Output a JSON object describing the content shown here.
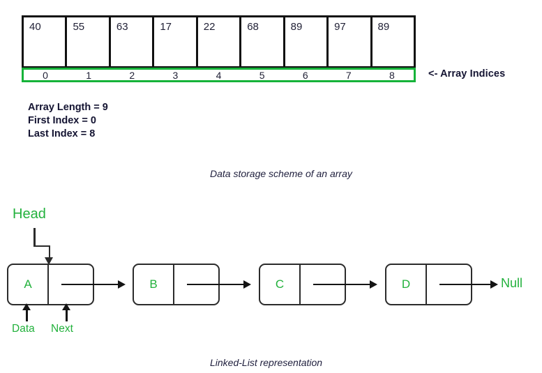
{
  "array_section": {
    "values": [
      "40",
      "55",
      "63",
      "17",
      "22",
      "68",
      "89",
      "97",
      "89"
    ],
    "indices": [
      "0",
      "1",
      "2",
      "3",
      "4",
      "5",
      "6",
      "7",
      "8"
    ],
    "indices_note": "<- Array Indices",
    "stats": [
      "Array Length = 9",
      "First Index = 0",
      "Last Index = 8"
    ],
    "caption": "Data storage scheme of an array",
    "colors": {
      "cell_border": "#111111",
      "index_bar_border": "#16b339",
      "value_text": "#222237"
    }
  },
  "linked_list_section": {
    "head_label": "Head",
    "nodes": [
      {
        "data": "A"
      },
      {
        "data": "B"
      },
      {
        "data": "C"
      },
      {
        "data": "D"
      }
    ],
    "null_label": "Null",
    "callouts": {
      "data": "Data",
      "next": "Next"
    },
    "caption": "Linked-List representation",
    "colors": {
      "node_border": "#2b2b2b",
      "label_green": "#22b13c",
      "arrow": "#141414"
    }
  }
}
